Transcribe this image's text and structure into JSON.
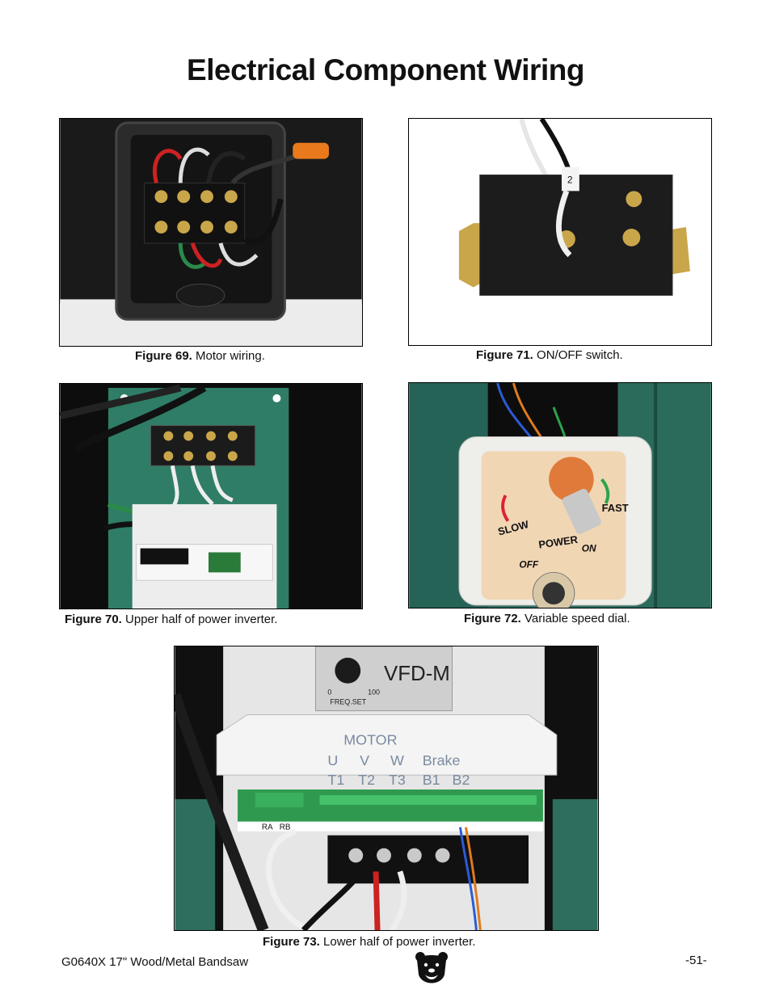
{
  "page": {
    "title": "Electrical Component Wiring",
    "footer_model": "G0640X 17\" Wood/Metal Bandsaw",
    "page_number": "-51-"
  },
  "figures": [
    {
      "label": "Figure 69.",
      "caption": "Motor wiring."
    },
    {
      "label": "Figure 71.",
      "caption": "ON/OFF switch."
    },
    {
      "label": "Figure 70.",
      "caption": "Upper half of power inverter."
    },
    {
      "label": "Figure 72.",
      "caption": "Variable speed dial."
    },
    {
      "label": "Figure 73.",
      "caption": "Lower half of power inverter."
    }
  ],
  "photo_text": {
    "dial_slow": "SLOW",
    "dial_fast": "FAST",
    "dial_power": "POWER",
    "dial_off": "OFF",
    "dial_on": "ON",
    "inverter_brand": "VFD-M",
    "inverter_freq": "FREQ.SET",
    "inverter_min": "0",
    "inverter_max": "100",
    "inverter_motor": "MOTOR",
    "inverter_u": "U",
    "inverter_v": "V",
    "inverter_w": "W",
    "inverter_brake": "Brake",
    "inverter_t1": "T1",
    "inverter_t2": "T2",
    "inverter_t3": "T3",
    "inverter_b1": "B1",
    "inverter_b2": "B2",
    "inverter_ra": "RA",
    "inverter_rb": "RB",
    "switch_wire_label": "2"
  }
}
